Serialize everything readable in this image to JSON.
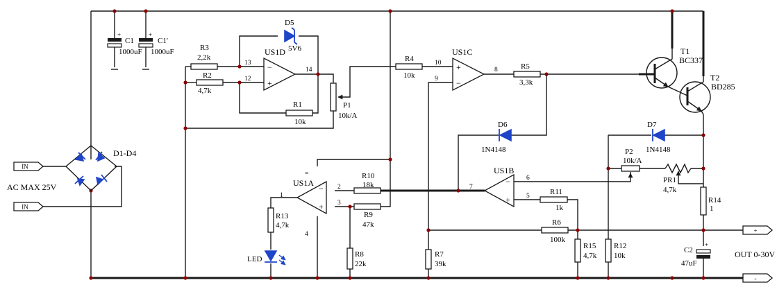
{
  "input": {
    "term_top": "IN",
    "term_bottom": "IN",
    "ac_label": "AC MAX 25V"
  },
  "bridge": {
    "label": "D1-D4"
  },
  "c1": {
    "ref": "C1",
    "value": "1000uF"
  },
  "c1p": {
    "ref": "C1'",
    "value": "1000uF"
  },
  "r1": {
    "ref": "R1",
    "value": "10k"
  },
  "r2": {
    "ref": "R2",
    "value": "4,7k"
  },
  "r3": {
    "ref": "R3",
    "value": "2,2k"
  },
  "r4": {
    "ref": "R4",
    "value": "10k"
  },
  "r5": {
    "ref": "R5",
    "value": "3,3k"
  },
  "r6": {
    "ref": "R6",
    "value": "100k"
  },
  "r7": {
    "ref": "R7",
    "value": "39k"
  },
  "r8": {
    "ref": "R8",
    "value": "22k"
  },
  "r9": {
    "ref": "R9",
    "value": "47k"
  },
  "r10": {
    "ref": "R10",
    "value": "18k"
  },
  "r11": {
    "ref": "R11",
    "value": "1k"
  },
  "r12": {
    "ref": "R12",
    "value": "10k"
  },
  "r13": {
    "ref": "R13",
    "value": "4,7k"
  },
  "r14": {
    "ref": "R14",
    "value": "1"
  },
  "r15": {
    "ref": "R15",
    "value": "4,7k"
  },
  "p1": {
    "ref": "P1",
    "value": "10k/A"
  },
  "p2": {
    "ref": "P2",
    "value": "10k/A"
  },
  "pr1": {
    "ref": "PR1",
    "value": "4,7k"
  },
  "d5": {
    "ref": "D5",
    "value": "5V6"
  },
  "d6": {
    "ref": "D6",
    "value": "1N4148"
  },
  "d7": {
    "ref": "D7",
    "value": "1N4148"
  },
  "t1": {
    "ref": "T1",
    "value": "BC337"
  },
  "t2": {
    "ref": "T2",
    "value": "BD285"
  },
  "c2": {
    "ref": "C2",
    "value": "47uF"
  },
  "led": {
    "label": "LED"
  },
  "us1a": {
    "ref": "US1A",
    "vplus": "=",
    "vminus": "4",
    "pin_out": "1",
    "pin_a": "2",
    "pin_b": "3"
  },
  "us1b": {
    "ref": "US1B",
    "pin_out": "7",
    "pin_a": "6",
    "pin_b": "5"
  },
  "us1c": {
    "ref": "US1C",
    "pin_out": "8",
    "pin_a": "10",
    "pin_b": "9"
  },
  "us1d": {
    "ref": "US1D",
    "pin_out": "14",
    "pin_a": "13",
    "pin_b": "12"
  },
  "output": {
    "label": "OUT 0-30V",
    "plus": "+",
    "minus": "-"
  }
}
